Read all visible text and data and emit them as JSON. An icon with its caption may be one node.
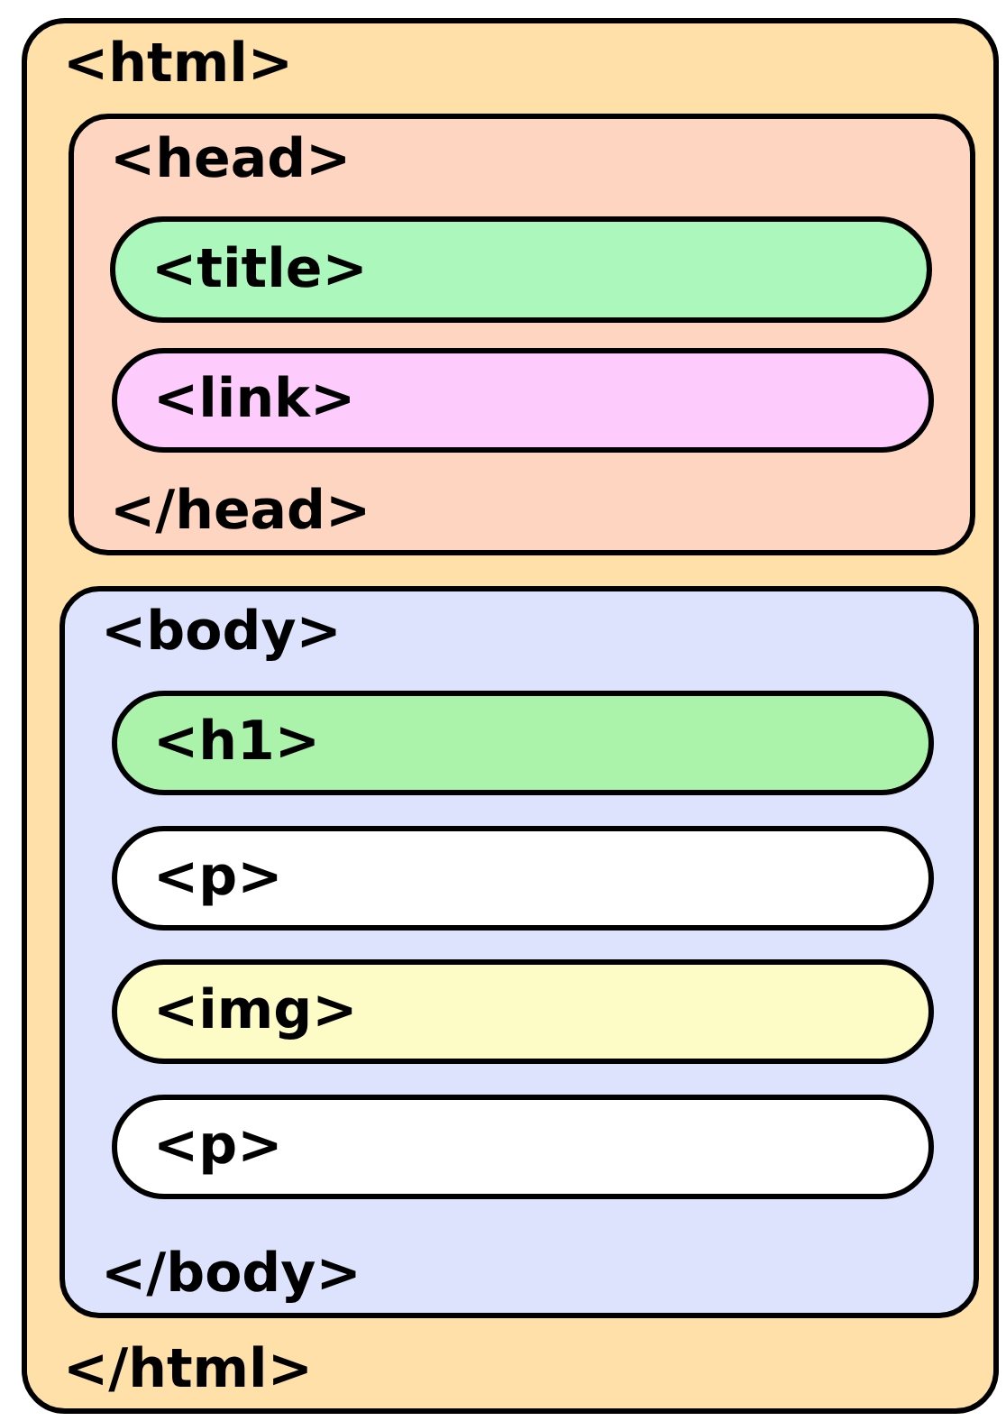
{
  "diagram": {
    "nodes": [
      {
        "text": [
          "<html>",
          "</html>"
        ]
      },
      {
        "text": [
          "<head>",
          "</head>"
        ],
        "in": 0
      },
      {
        "text": [
          "<title>"
        ],
        "in": 1
      },
      {
        "text": [
          "<link>"
        ],
        "in": 1
      },
      {
        "text": [
          "<body>",
          "</body>"
        ],
        "in": 0
      },
      {
        "text": [
          "<h1>"
        ],
        "in": 4
      },
      {
        "text": [
          "<p>"
        ],
        "in": 4
      },
      {
        "text": [
          "<img>"
        ],
        "in": 4
      },
      {
        "text": [
          "<p>"
        ],
        "in": 4
      }
    ]
  }
}
